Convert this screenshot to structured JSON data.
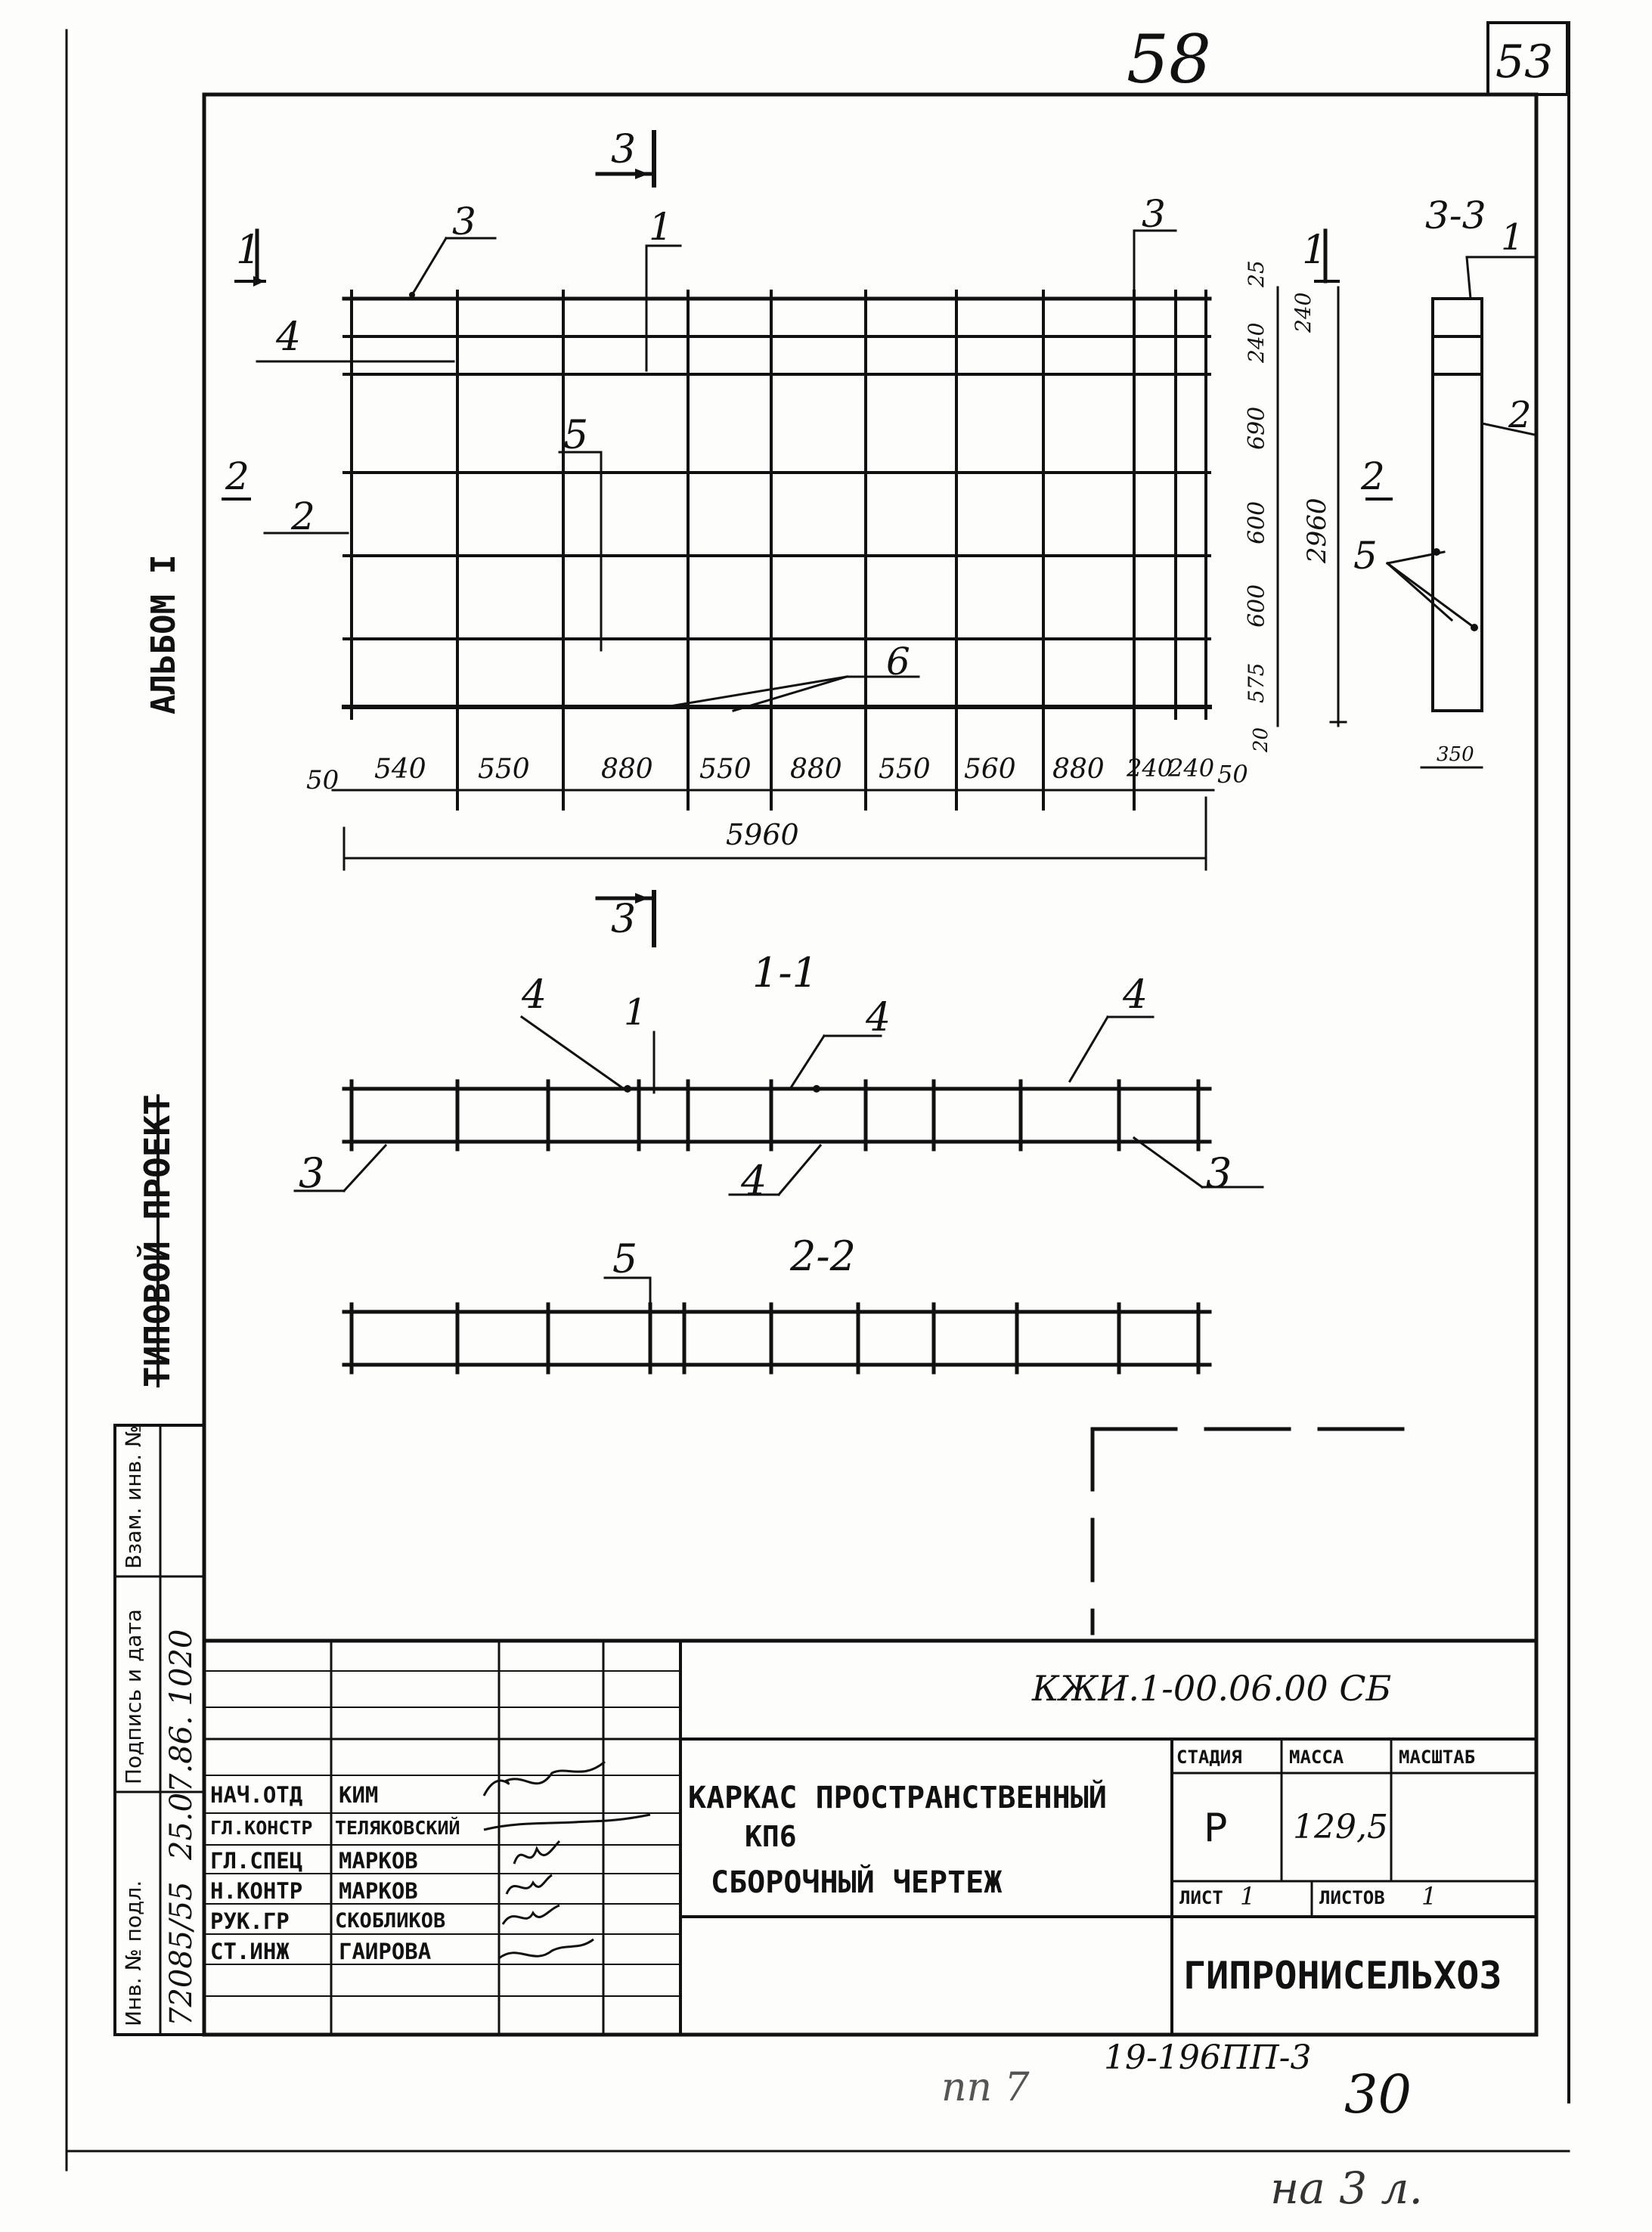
{
  "page_numbers": {
    "handwritten": "58",
    "boxed": "53"
  },
  "side_strip": {
    "album": "АЛЬБОМ I",
    "project": "ТИПОВОЙ ПРОЕКТ"
  },
  "side_table_headers": {
    "inv_no": "Инв. № подл.",
    "sign_date": "Подпись и дата",
    "replaced_inv": "Взам. инв. №"
  },
  "side_table_values": {
    "inv_no_value": "72085/55",
    "sign_date_value": "25.07.86. 1020"
  },
  "plan": {
    "section_mark_3": "3",
    "section_mark_1": "1",
    "section_mark_2": "2",
    "leaders": [
      "3",
      "1",
      "4",
      "5",
      "2",
      "6",
      "3"
    ],
    "dims_bottom": [
      "50",
      "540",
      "550",
      "880",
      "550",
      "880",
      "550",
      "560",
      "880",
      "240",
      "240",
      "50"
    ],
    "total": "5960",
    "dims_right": [
      "25",
      "240",
      "240",
      "690",
      "600",
      "600",
      "575",
      "20"
    ],
    "total_height": "2960"
  },
  "section_3_3": {
    "title": "3-3",
    "leaders": [
      "1",
      "2",
      "5"
    ],
    "width_dim": "350",
    "mark_1": "1",
    "mark_2": "2"
  },
  "section_1_1": {
    "title": "1-1",
    "leaders": [
      "4",
      "1",
      "4",
      "4",
      "3",
      "4",
      "3"
    ]
  },
  "section_2_2": {
    "title": "2-2",
    "leader": "5"
  },
  "title_block": {
    "doc_code": "КЖИ.1-00.06.00 СБ",
    "title_lines": [
      "КАРКАС ПРОСТРАНСТВЕННЫЙ",
      "КП6",
      "СБОРОЧНЫЙ ЧЕРТЕЖ"
    ],
    "col_stage": "СТАДИЯ",
    "col_mass": "МАССА",
    "col_scale": "МАСШТАБ",
    "stage": "Р",
    "mass": "129,5",
    "sheet_label": "ЛИСТ",
    "sheet_value": "1",
    "sheets_label": "ЛИСТОВ",
    "sheets_value": "1",
    "org": "ГИПРОНИСЕЛЬХОЗ",
    "people": [
      {
        "role": "НАЧ.ОТД",
        "name": "КИМ"
      },
      {
        "role": "ГЛ.КОНСТР",
        "name": "ТЕЛЯКОВСКИЙ"
      },
      {
        "role": "ГЛ.СПЕЦ",
        "name": "МАРКОВ"
      },
      {
        "role": "Н.КОНТР",
        "name": "МАРКОВ"
      },
      {
        "role": "РУК.ГР",
        "name": "СКОБЛИКОВ"
      },
      {
        "role": "СТ.ИНЖ",
        "name": "ГАИРОВА"
      }
    ]
  },
  "bottom_notes": {
    "series": "19-196ПП-3",
    "handwritten_num": "30",
    "hand1": "пп 7",
    "hand2": "на 3 л."
  }
}
